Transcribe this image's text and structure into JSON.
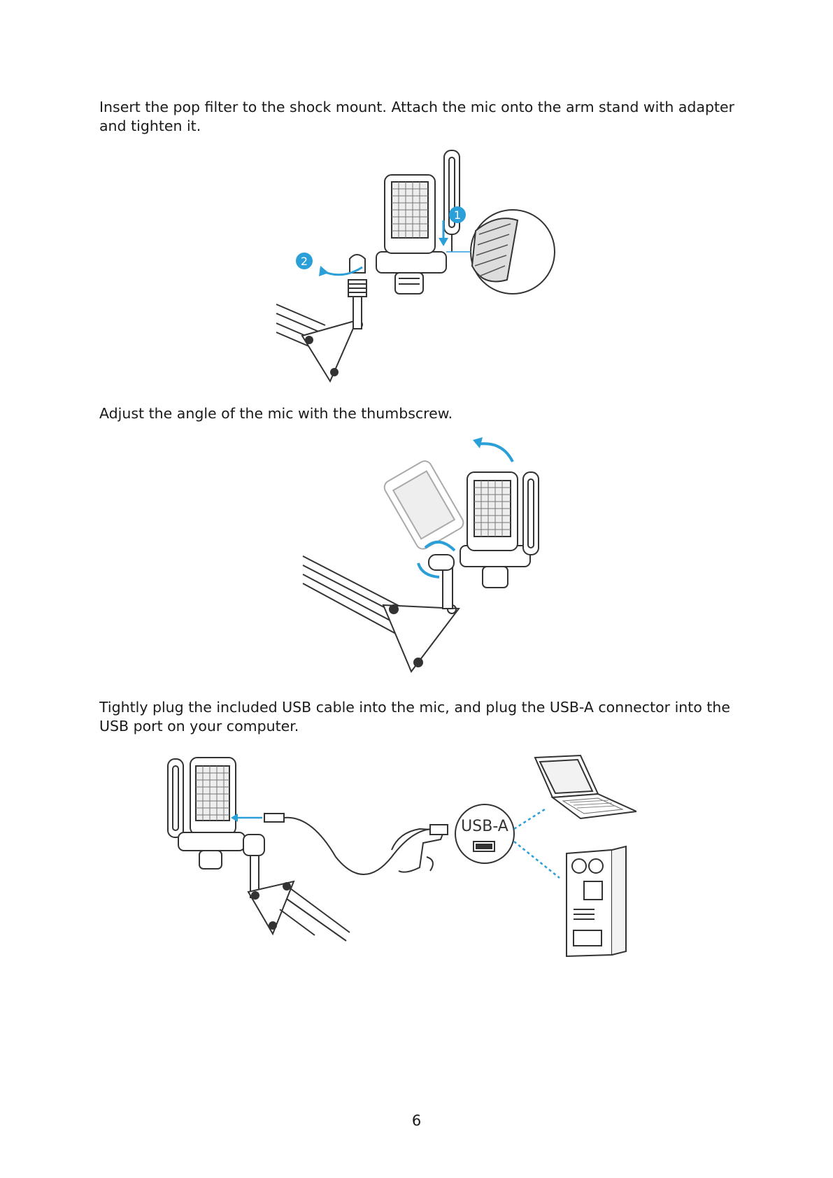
{
  "steps": [
    {
      "text": "Insert the pop filter to the shock mount. Attach the mic onto the arm stand with adapter and tighten it."
    },
    {
      "text": "Adjust the angle of the mic with the thumbscrew."
    },
    {
      "text": "Tightly plug the included USB cable into the mic, and plug the USB-A connector into the USB port on your computer."
    }
  ],
  "figure1": {
    "callout_1": "1",
    "callout_2": "2"
  },
  "figure3": {
    "connector_label": "USB-A"
  },
  "page_number": "6",
  "colors": {
    "accent": "#2a9fd8",
    "line": "#333333"
  }
}
